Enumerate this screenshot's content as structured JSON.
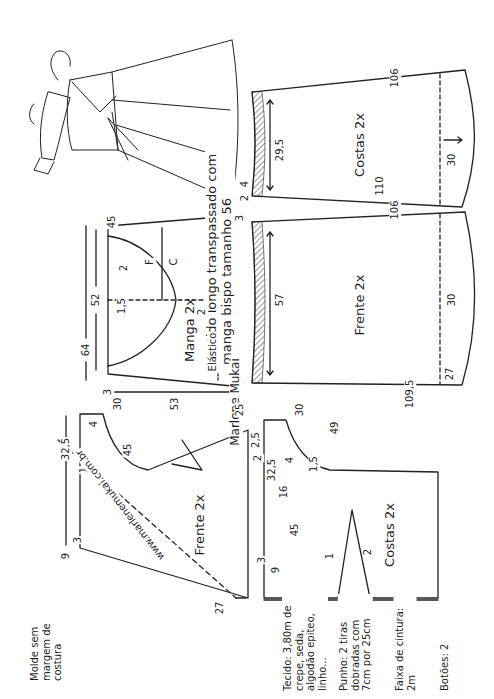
{
  "diagram": {
    "title": "Vestido longo transpassado com manga bispo tamanho 56",
    "nodes": [
      {
        "text": [
          "Manga 2x"
        ]
      },
      {
        "text": [
          "Frente 2x"
        ]
      },
      {
        "text": [
          "Costas 2x"
        ]
      },
      {
        "text": [
          "Frente 2x"
        ]
      },
      {
        "text": [
          "Costas 2x"
        ]
      }
    ],
    "labels": [
      "106",
      "30",
      "29,5",
      "110",
      "2",
      "4",
      "45",
      "2",
      "C",
      "F",
      "1,5",
      "2",
      "52",
      "64",
      "3",
      "3",
      "3",
      "Elástico",
      "106",
      "30",
      "57",
      "27",
      "109,5",
      "Marlene Mukai",
      "32,5",
      "30",
      "53",
      "25",
      "4",
      "1",
      "45",
      "2,5",
      "3",
      "9",
      "27",
      "www.marlenemukai.com.br",
      "Molde sem margem de costura",
      "49",
      "30",
      "32,5",
      "16",
      "4",
      "1,5",
      "2",
      "45",
      "1",
      "2",
      "9",
      "3",
      "Tecido: 3,80m de crepe, seda, algodão epiteo, linho...",
      "Punho: 2 tiras dobradas com 7cm por 25cm",
      "Faixa de cintura: 2m",
      "Botões: 2"
    ]
  }
}
